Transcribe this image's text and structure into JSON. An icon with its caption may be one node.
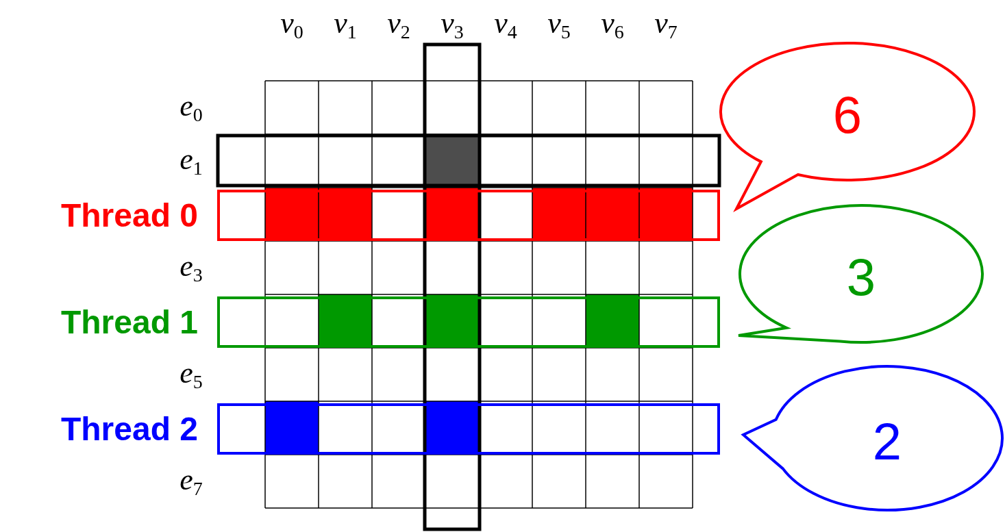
{
  "diagram": {
    "nodes": [
      {
        "text": [
          "Thread 0"
        ]
      },
      {
        "text": [
          "Thread 1"
        ]
      },
      {
        "text": [
          "Thread 2"
        ]
      },
      {
        "text": [
          "6"
        ]
      },
      {
        "text": [
          "3"
        ]
      },
      {
        "text": [
          "2"
        ]
      }
    ],
    "labels": [
      "v$_{0}$",
      "v$_{1}$",
      "v$_{2}$",
      "v$_{3}$",
      "v$_{4}$",
      "v$_{5}$",
      "v$_{6}$",
      "v$_{7}$",
      "e$_{0}$",
      "e$_{1}$",
      "e$_{3}$",
      "e$_{5}$",
      "e$_{7}$"
    ]
  }
}
